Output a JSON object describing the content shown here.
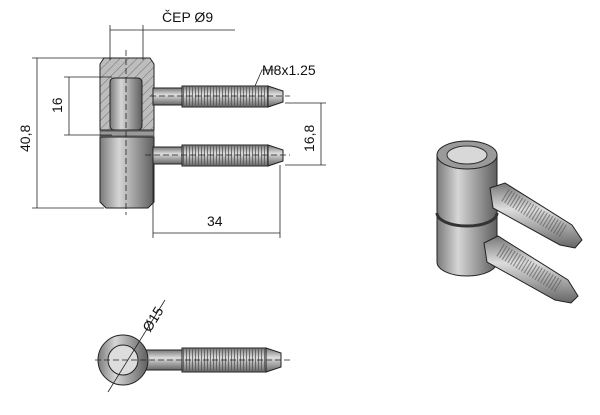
{
  "labels": {
    "pin_diameter": "ČEP Ø9",
    "thread": "M8x1.25",
    "total_height": "40,8",
    "pin_height": "16",
    "pin_spacing": "16,8",
    "pin_length": "34",
    "ring_diameter": "Ø15"
  },
  "colors": {
    "metal_light": "#c8c8c8",
    "metal_dark": "#6a6a6a"
  }
}
